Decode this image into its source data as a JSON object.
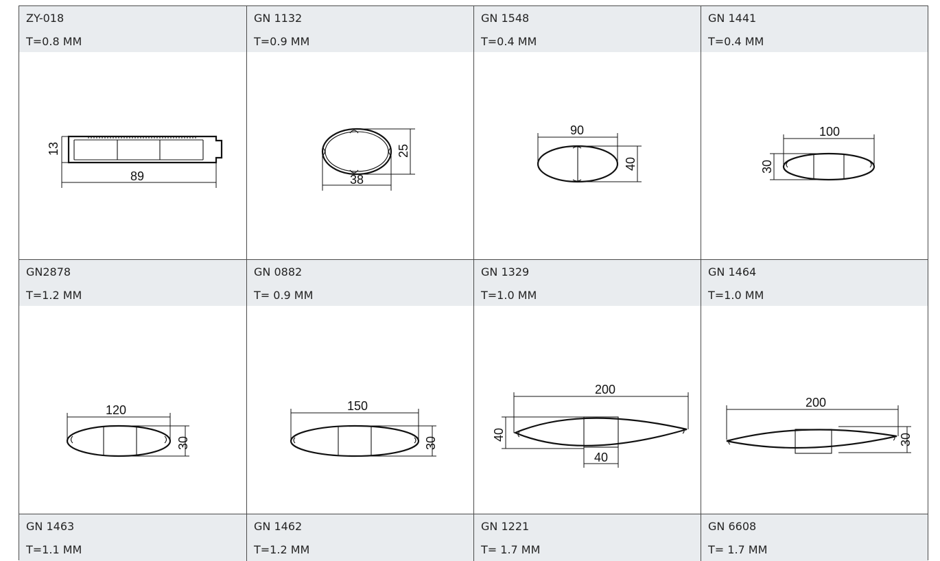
{
  "rows": [
    [
      {
        "code": "ZY-018",
        "thickness": "T=0.8 MM",
        "dims": [
          "13",
          "89"
        ]
      },
      {
        "code": "GN 1132",
        "thickness": "T=0.9 MM",
        "dims": [
          "25",
          "38"
        ]
      },
      {
        "code": "GN 1548",
        "thickness": "T=0.4 MM",
        "dims": [
          "90",
          "40"
        ]
      },
      {
        "code": "GN 1441",
        "thickness": "T=0.4 MM",
        "dims": [
          "100",
          "30"
        ]
      }
    ],
    [
      {
        "code": "GN2878",
        "thickness": "T=1.2 MM",
        "dims": [
          "120",
          "30"
        ]
      },
      {
        "code": "GN 0882",
        "thickness": "T= 0.9 MM",
        "dims": [
          "150",
          "30"
        ]
      },
      {
        "code": "GN 1329",
        "thickness": "T=1.0 MM",
        "dims": [
          "200",
          "40",
          "40"
        ]
      },
      {
        "code": "GN 1464",
        "thickness": "T=1.0 MM",
        "dims": [
          "200",
          "30"
        ]
      }
    ],
    [
      {
        "code": "GN 1463",
        "thickness": "T=1.1 MM"
      },
      {
        "code": "GN 1462",
        "thickness": "T=1.2 MM"
      },
      {
        "code": "GN 1221",
        "thickness": "T= 1.7 MM"
      },
      {
        "code": "GN 6608",
        "thickness": "T= 1.7 MM"
      }
    ]
  ]
}
